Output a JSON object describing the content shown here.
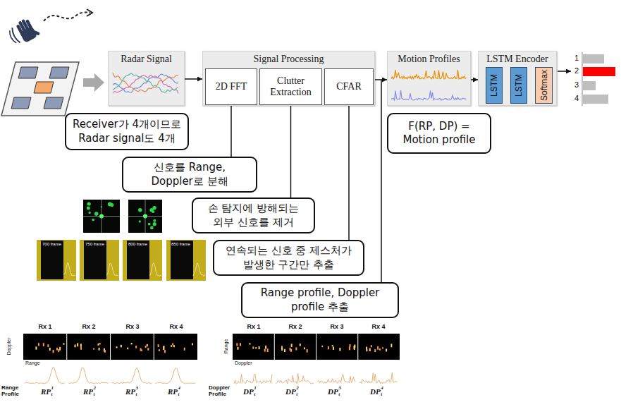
{
  "diagram": {
    "nodes": [
      {
        "text": [
          "Radar Signal"
        ]
      },
      {
        "text": [
          "Signal Processing"
        ]
      },
      {
        "text": [
          "2D FFT"
        ],
        "in": 1
      },
      {
        "text": [
          "Clutter Extraction"
        ],
        "in": 1
      },
      {
        "text": [
          "CFAR"
        ],
        "in": 1
      },
      {
        "text": [
          "Motion Profiles"
        ]
      },
      {
        "text": [
          "LSTM Encoder"
        ]
      },
      {
        "text": [
          "LSTM"
        ],
        "in": 6
      },
      {
        "text": [
          "LSTM"
        ],
        "in": 6
      },
      {
        "text": [
          "Softmax"
        ],
        "in": 6
      },
      {
        "text": [
          "Receiver가 4개이므로 Radar signal도 4개"
        ]
      },
      {
        "text": [
          "신호를 Range, Doppler로 분해"
        ]
      },
      {
        "text": [
          "손 탐지에 방해되는 외부 신호를 제거"
        ]
      },
      {
        "text": [
          "연속되는 신호 중 제스처가 발생한 구간만 추출"
        ]
      },
      {
        "text": [
          "F(RP, DP) = Motion profile"
        ]
      },
      {
        "text": [
          "Range profile, Doppler profile 추출"
        ]
      }
    ],
    "edges": [
      {
        "from": 0,
        "to": 1,
        "arrow": "to"
      },
      {
        "from": 1,
        "to": 5,
        "arrow": "to"
      },
      {
        "from": 5,
        "to": 6,
        "arrow": "to"
      },
      {
        "from": 2,
        "to": 11,
        "arrow": "none"
      },
      {
        "from": 3,
        "to": 12,
        "arrow": "none"
      },
      {
        "from": 4,
        "to": 13,
        "arrow": "none"
      }
    ],
    "labels": [
      "1",
      "2",
      "3",
      "4",
      "700 frame",
      "750 frame",
      "800 frame",
      "850 frame",
      "Rx 1",
      "Rx 2",
      "Rx 3",
      "Rx 4",
      "Doppler",
      "Range",
      "Range Profile",
      "RP",
      "1",
      "t",
      "RP",
      "2",
      "t",
      "RP",
      "3",
      "t",
      "RP",
      "4",
      "t",
      "Rx 1",
      "Rx 2",
      "Rx 3",
      "Rx 4",
      "Range",
      "Doppler",
      "Doppler Profile",
      "DP",
      "1",
      "t",
      "DP",
      "2",
      "t",
      "DP",
      "3",
      "t",
      "DP",
      "4",
      "t"
    ]
  }
}
